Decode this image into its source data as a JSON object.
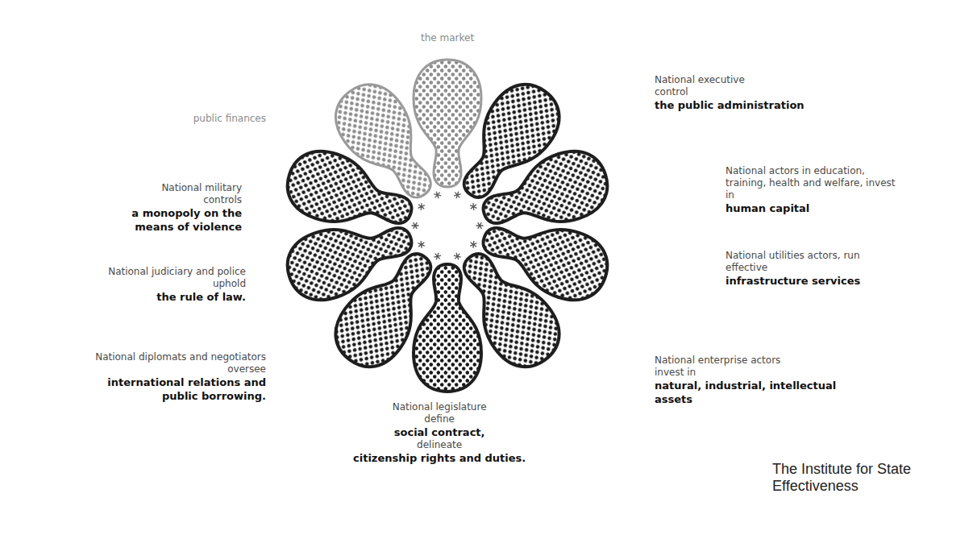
{
  "diagram": {
    "labels": [
      "the market",
      "public finances",
      "National executive control",
      "the public administration",
      "National military controls",
      "a monopoly on the means of violence",
      "National actors in education, training, health and welfare, invest in",
      "human capital",
      "National judiciary and police uphold",
      "the rule of law.",
      "National utilities actors, run effective",
      "infrastructure services",
      "National diplomats and negotiators oversee",
      "international relations and public borrowing.",
      "National enterprise actors invest in",
      "natural, industrial, intellectual assets",
      "National legislature define",
      "social contract,",
      "delineate",
      "citizenship rights and duties.",
      "The Institute for State Effectiveness"
    ]
  }
}
